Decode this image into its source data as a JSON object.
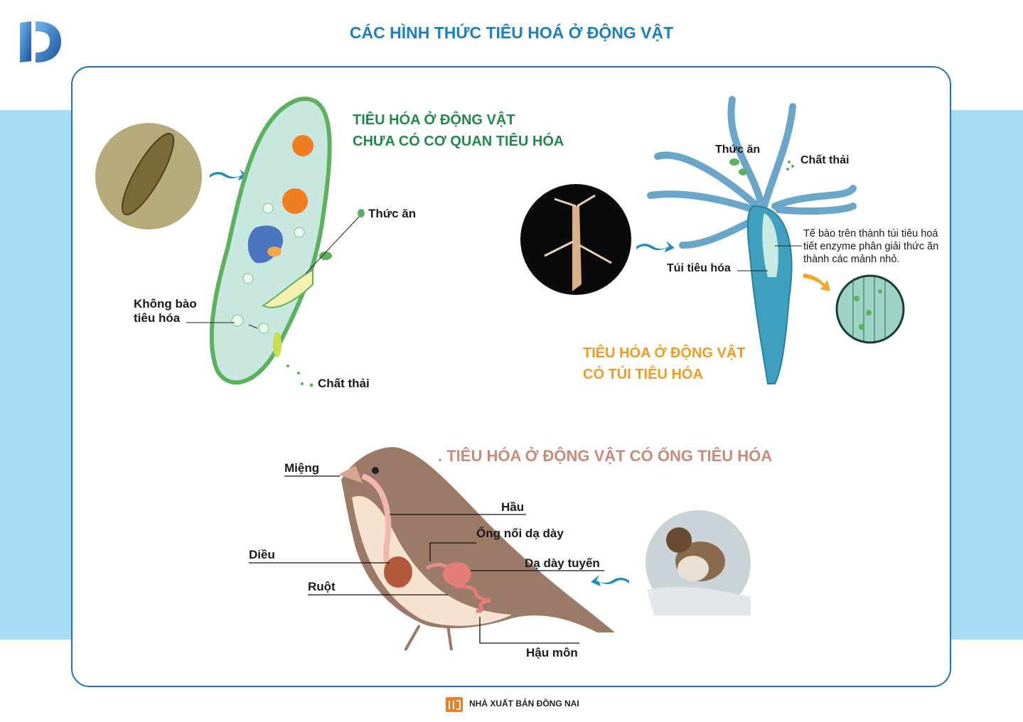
{
  "title": "CÁC HÌNH THỨC TIÊU HOÁ Ở ĐỘNG VẬT",
  "colors": {
    "title": "#1b7fc4",
    "green_section": "#1f8a4c",
    "orange_section": "#f39a1e",
    "brown_section": "#c98a77",
    "border": "#1b75bb",
    "band": "#a6dcf5"
  },
  "section1": {
    "heading_line1": "TIÊU HÓA Ở ĐỘNG VẬT",
    "heading_line2": "CHƯA CÓ CƠ QUAN TIÊU HÓA",
    "labels": {
      "food": "Thức ăn",
      "vacuole_line1": "Không bào",
      "vacuole_line2": "tiêu hóa",
      "waste": "Chất thải"
    }
  },
  "section2": {
    "heading_line1": "TIÊU HÓA Ở ĐỘNG VẬT",
    "heading_line2": "CÓ TÚI TIÊU HÓA",
    "labels": {
      "food": "Thức ăn",
      "waste": "Chất thải",
      "sac": "Túi tiêu hóa"
    },
    "note_lines": [
      "Tế bào trên thành túi tiêu hoá",
      "tiết enzyme phân giải thức ăn",
      "thành các mảnh nhỏ."
    ]
  },
  "section3": {
    "heading": ". TIÊU HÓA Ở ĐỘNG VẬT CÓ ỐNG TIÊU HÓA",
    "labels": {
      "mouth": "Miệng",
      "pharynx": "Hầu",
      "esophagus": "Ống nối dạ dày",
      "crop": "Diều",
      "proventriculus": "Dạ dày tuyến",
      "intestine": "Ruột",
      "anus": "Hậu môn"
    }
  },
  "footer": {
    "publisher": "NHÀ XUẤT BẢN ĐỒNG NAI"
  }
}
